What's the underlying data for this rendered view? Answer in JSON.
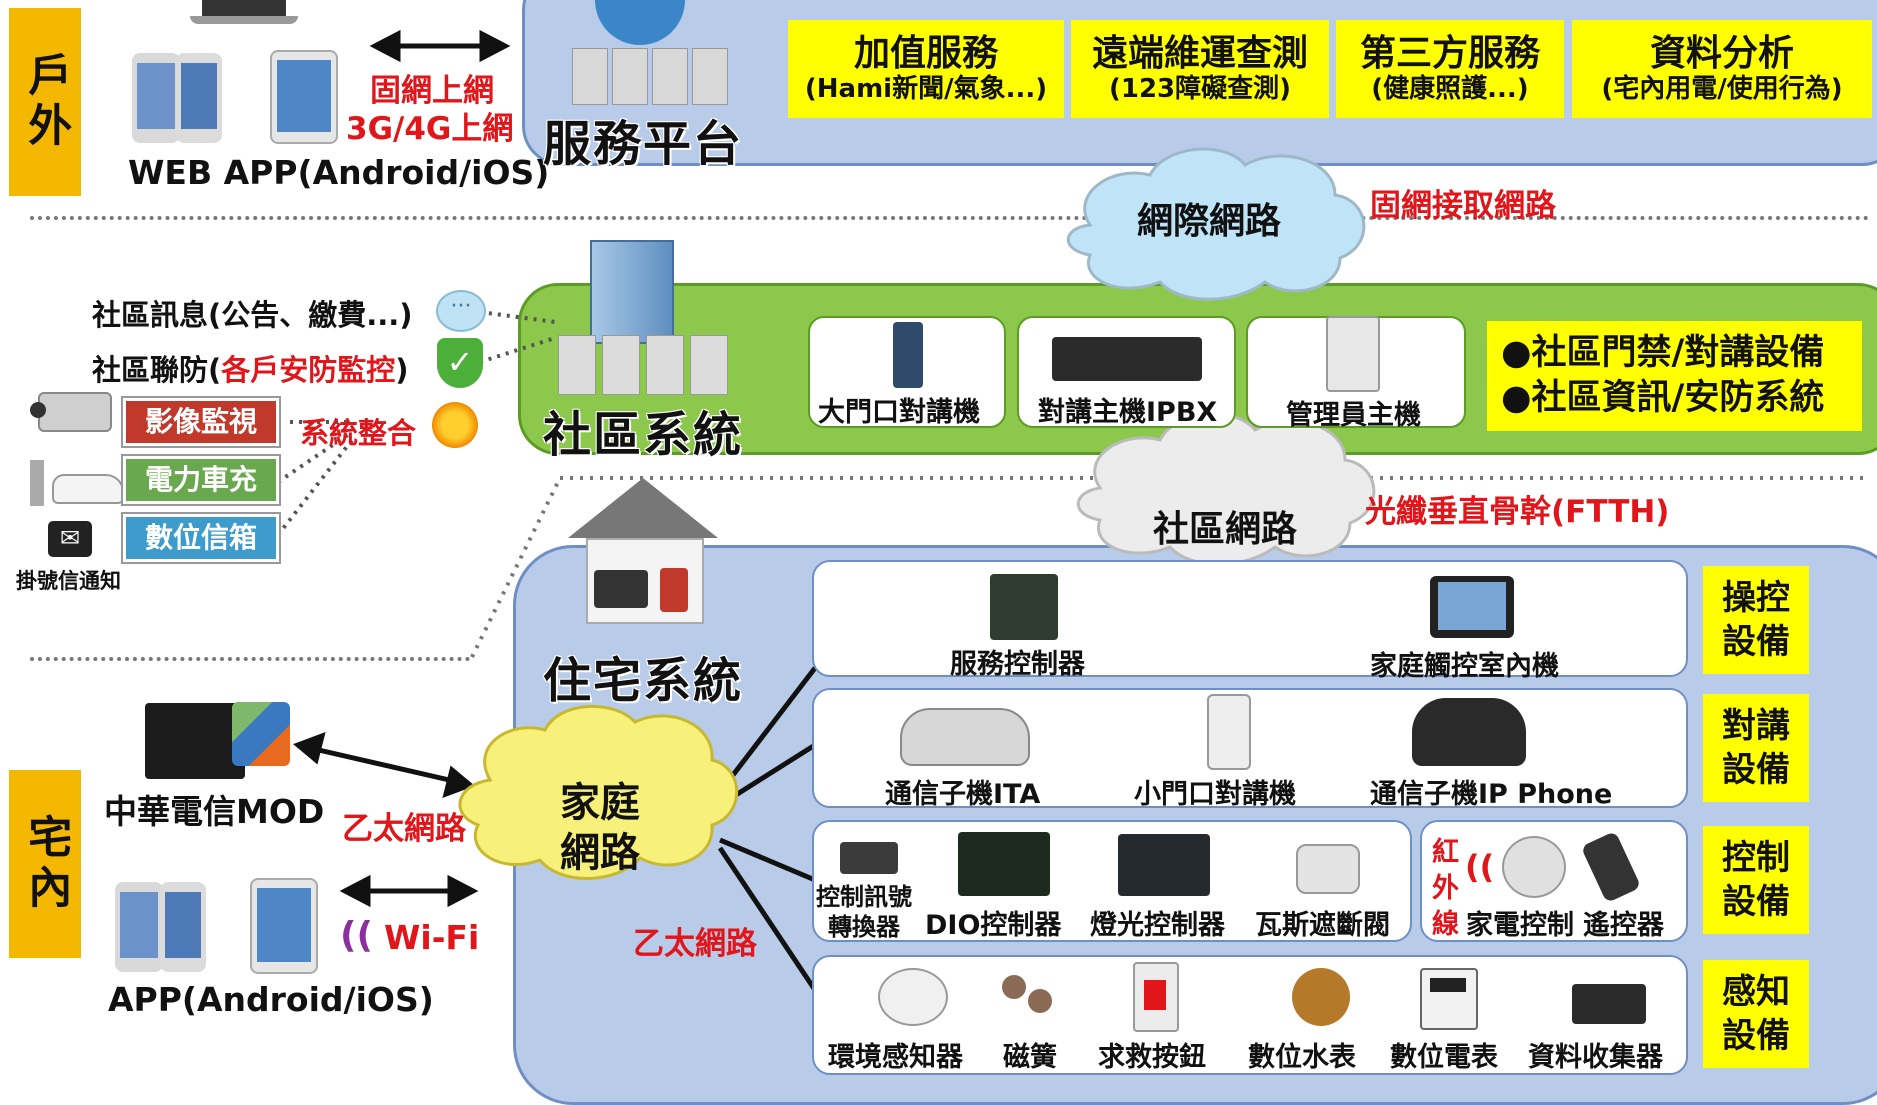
{
  "outdoor": {
    "tag": "戶外",
    "left_label": "WEB APP(Android/iOS)",
    "link1": "固網上網",
    "link2": "3G/4G上網",
    "platform_title": "服務平台",
    "services": [
      {
        "title": "加值服務",
        "sub": "(Hami新聞/氣象...)"
      },
      {
        "title": "遠端維運查測",
        "sub": "(123障礙查測)"
      },
      {
        "title": "第三方服務",
        "sub": "(健康照護...)"
      },
      {
        "title": "資料分析",
        "sub": "(宅內用電/使用行為)"
      }
    ],
    "cloud_label": "網際網路",
    "cloud_note": "固網接取網路"
  },
  "community": {
    "items": [
      {
        "text": "社區訊息(公告、繳費...)"
      },
      {
        "text_prefix": "社區聯防(",
        "text_red": "各戶安防監控",
        "text_suffix": ")"
      }
    ],
    "integration_label": "系統整合",
    "systems": [
      "影像監視",
      "電力車充",
      "數位信箱"
    ],
    "mail_label": "掛號信通知",
    "title": "社區系統",
    "devices": [
      "大門口對講機",
      "對講主機IPBX",
      "管理員主機"
    ],
    "features": [
      "●社區門禁/對講設備",
      "●社區資訊/安防系統"
    ],
    "cloud_label": "社區網路",
    "cloud_note": "光纖垂直骨幹(FTTH)"
  },
  "home": {
    "tag": "宅內",
    "title": "住宅系統",
    "mod_label": "中華電信MOD",
    "ethernet1": "乙太網路",
    "wifi": "Wi-Fi",
    "app_label": "APP(Android/iOS)",
    "cloud_label_1": "家庭",
    "cloud_label_2": "網路",
    "ethernet2": "乙太網路",
    "rows": [
      {
        "category": [
          "操控",
          "設備"
        ],
        "devices": [
          "服務控制器",
          "家庭觸控室內機"
        ]
      },
      {
        "category": [
          "對講",
          "設備"
        ],
        "devices": [
          "通信子機ITA",
          "小門口對講機",
          "通信子機IP Phone"
        ]
      },
      {
        "category": [
          "控制",
          "設備"
        ],
        "devices_a": [
          "控制訊號",
          "轉換器",
          "DIO控制器",
          "燈光控制器",
          "瓦斯遮斷閥"
        ],
        "ir_label": [
          "紅",
          "外",
          "線"
        ],
        "devices_b": [
          "家電控制",
          "遙控器"
        ]
      },
      {
        "category": [
          "感知",
          "設備"
        ],
        "devices": [
          "環境感知器",
          "磁簧",
          "求救按鈕",
          "數位水表",
          "數位電表",
          "資料收集器"
        ]
      }
    ]
  },
  "colors": {
    "blue_panel": "#b8cbe9",
    "green_panel": "#8cc84b",
    "yellow": "#ffff00",
    "tag_orange": "#f5b800",
    "red_text": "#e0161b",
    "video_box": "#c0392b",
    "charge_box": "#6aa84f",
    "mailbox_box": "#3d9ccc"
  }
}
